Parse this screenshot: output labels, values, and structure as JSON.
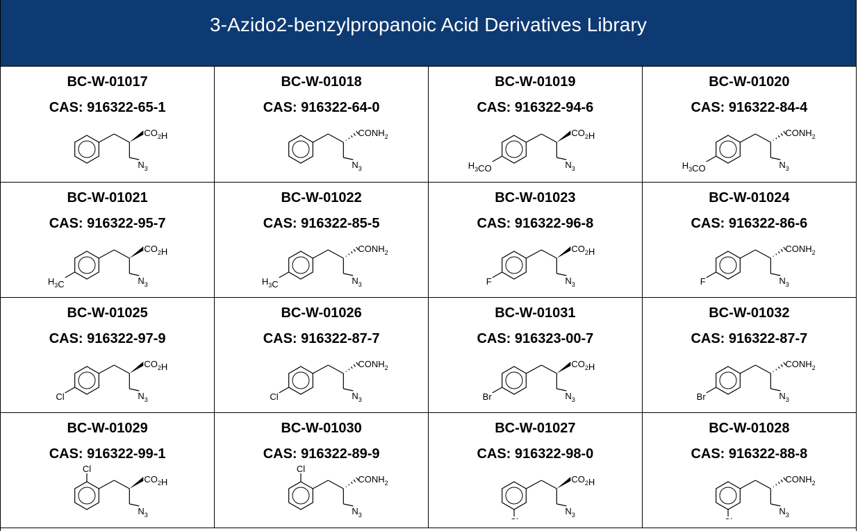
{
  "header": {
    "title": "3-Azido2-benzylpropanoic Acid Derivatives Library"
  },
  "compounds": [
    {
      "code": "BC-W-01017",
      "cas": "CAS: 916322-65-1",
      "group": "CO2H",
      "subst": "",
      "pos": "none"
    },
    {
      "code": "BC-W-01018",
      "cas": "CAS: 916322-64-0",
      "group": "CONH2",
      "subst": "",
      "pos": "none"
    },
    {
      "code": "BC-W-01019",
      "cas": "CAS: 916322-94-6",
      "group": "CO2H",
      "subst": "H3CO",
      "pos": "para"
    },
    {
      "code": "BC-W-01020",
      "cas": "CAS: 916322-84-4",
      "group": "CONH2",
      "subst": "H3CO",
      "pos": "para"
    },
    {
      "code": "BC-W-01021",
      "cas": "CAS: 916322-95-7",
      "group": "CO2H",
      "subst": "H3C",
      "pos": "para"
    },
    {
      "code": "BC-W-01022",
      "cas": "CAS: 916322-85-5",
      "group": "CONH2",
      "subst": "H3C",
      "pos": "para"
    },
    {
      "code": "BC-W-01023",
      "cas": "CAS: 916322-96-8",
      "group": "CO2H",
      "subst": "F",
      "pos": "para"
    },
    {
      "code": "BC-W-01024",
      "cas": "CAS: 916322-86-6",
      "group": "CONH2",
      "subst": "F",
      "pos": "para"
    },
    {
      "code": "BC-W-01025",
      "cas": "CAS: 916322-97-9",
      "group": "CO2H",
      "subst": "Cl",
      "pos": "para"
    },
    {
      "code": "BC-W-01026",
      "cas": "CAS: 916322-87-7",
      "group": "CONH2",
      "subst": "Cl",
      "pos": "para"
    },
    {
      "code": "BC-W-01031",
      "cas": "CAS: 916323-00-7",
      "group": "CO2H",
      "subst": "Br",
      "pos": "para"
    },
    {
      "code": "BC-W-01032",
      "cas": "CAS: 916322-87-7",
      "group": "CONH2",
      "subst": "Br",
      "pos": "para"
    },
    {
      "code": "BC-W-01029",
      "cas": "CAS: 916322-99-1",
      "group": "CO2H",
      "subst": "Cl",
      "pos": "ortho"
    },
    {
      "code": "BC-W-01030",
      "cas": "CAS: 916322-89-9",
      "group": "CONH2",
      "subst": "Cl",
      "pos": "ortho"
    },
    {
      "code": "BC-W-01027",
      "cas": "CAS: 916322-98-0",
      "group": "CO2H",
      "subst": "Cl",
      "pos": "meta"
    },
    {
      "code": "BC-W-01028",
      "cas": "CAS: 916322-88-8",
      "group": "CONH2",
      "subst": "Cl",
      "pos": "meta"
    }
  ],
  "azide_label": "N3"
}
